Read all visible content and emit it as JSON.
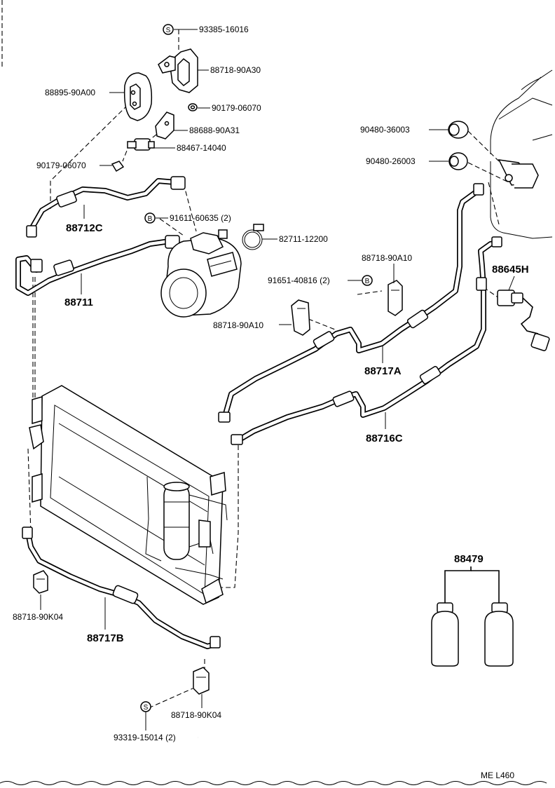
{
  "symbols": {
    "s": "S",
    "b": "B"
  },
  "labels": {
    "p93385": "93385-16016",
    "p88718_90A30": "88718-90A30",
    "p88895": "88895-90A00",
    "p90179_top": "90179-06070",
    "p88688": "88688-90A31",
    "p88467": "88467-14040",
    "p90179_left": "90179-06070",
    "p90480_36003": "90480-36003",
    "p90480_26003": "90480-26003",
    "p88712C": "88712C",
    "p91611": "91611-60635 (2)",
    "p82711": "82711-12200",
    "p88718_90A10_right": "88718-90A10",
    "p91651": "91651-40816 (2)",
    "p88645H": "88645H",
    "p88711": "88711",
    "p88718_90A10_left": "88718-90A10",
    "p88717A": "88717A",
    "p88716C": "88716C",
    "p88479": "88479",
    "p88718_90K04_left": "88718-90K04",
    "p88717B": "88717B",
    "p88718_90K04_bottom": "88718-90K04",
    "p93319": "93319-15014 (2)"
  },
  "footer": {
    "code": "ME  L460"
  },
  "colors": {
    "ink": "#000000",
    "paper": "#ffffff"
  }
}
